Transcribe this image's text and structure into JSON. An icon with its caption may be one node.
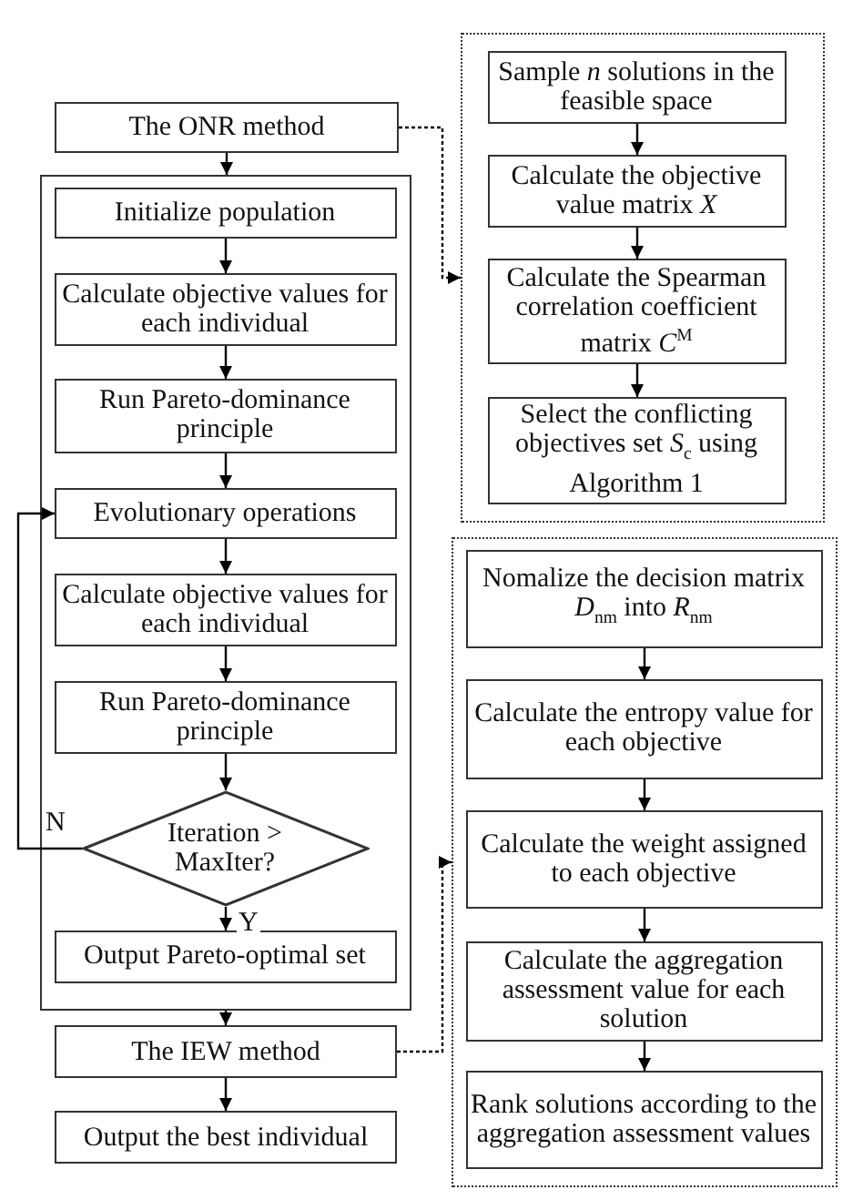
{
  "diagram": {
    "nodes": [
      {
        "text": [
          "The ONR method"
        ]
      },
      {
        "text": [],
        "shape": "box"
      },
      {
        "text": [
          "Initialize population"
        ],
        "in": 1
      },
      {
        "text": [
          "Calculate objective values for each individual"
        ],
        "in": 1
      },
      {
        "text": [
          "Run Pareto-dominance principle"
        ],
        "in": 1
      },
      {
        "text": [
          "Evolutionary operations"
        ],
        "in": 1
      },
      {
        "text": [
          "Calculate objective values for each individual"
        ],
        "in": 1
      },
      {
        "text": [
          "Run Pareto-dominance principle"
        ],
        "in": 1
      },
      {
        "text": [
          "Iteration > MaxIter?"
        ],
        "in": 1
      },
      {
        "text": [
          "Output Pareto-optimal set"
        ],
        "in": 1
      },
      {
        "text": [
          "The IEW method"
        ]
      },
      {
        "text": [
          "Output the best individual"
        ]
      },
      {
        "text": [],
        "shape": "box"
      },
      {
        "text": [
          "Sample *n* solutions in the feasible space"
        ],
        "in": 12
      },
      {
        "text": [
          "Calculate the objective value matrix *X*"
        ],
        "in": 12
      },
      {
        "text": [
          "Calculate the Spearman correlation coefficient matrix *C*$^{M}$"
        ],
        "in": 12
      },
      {
        "text": [
          "Select the conflicting objectives set *S*$_{c}$ using Algorithm 1"
        ],
        "in": 12
      },
      {
        "text": [],
        "shape": "box"
      },
      {
        "text": [
          "Nomalize the decision matrix *D*$_{nm}$ into *R*$_{nm}$"
        ],
        "in": 17
      },
      {
        "text": [
          "Calculate the entropy value for each objective"
        ],
        "in": 17
      },
      {
        "text": [
          "Calculate the weight assigned to each objective"
        ],
        "in": 17
      },
      {
        "text": [
          "Calculate the aggregation assessment value for each solution"
        ],
        "in": 17
      },
      {
        "text": [
          "Rank solutions according to the aggregation assessment values"
        ],
        "in": 17
      }
    ],
    "edges": [
      {
        "from": 0,
        "to": 1,
        "arrow": "to"
      },
      {
        "from": 2,
        "to": 3,
        "arrow": "to"
      },
      {
        "from": 3,
        "to": 4,
        "arrow": "to"
      },
      {
        "from": 4,
        "to": 5,
        "arrow": "to"
      },
      {
        "from": 5,
        "to": 6,
        "arrow": "to"
      },
      {
        "from": 6,
        "to": 7,
        "arrow": "to"
      },
      {
        "from": 7,
        "to": 8,
        "arrow": "to"
      },
      {
        "from": 8,
        "to": 5,
        "arrow": "to",
        "label": "N"
      },
      {
        "from": 8,
        "to": 9,
        "arrow": "to",
        "label": "Y"
      },
      {
        "from": 1,
        "to": 10,
        "arrow": "to"
      },
      {
        "from": 10,
        "to": 11,
        "arrow": "to"
      },
      {
        "from": 0,
        "to": 12,
        "arrow": "to",
        "style": "dashed"
      },
      {
        "from": 10,
        "to": 17,
        "arrow": "to",
        "style": "dashed"
      },
      {
        "from": 13,
        "to": 14,
        "arrow": "to"
      },
      {
        "from": 14,
        "to": 15,
        "arrow": "to"
      },
      {
        "from": 15,
        "to": 16,
        "arrow": "to"
      },
      {
        "from": 18,
        "to": 19,
        "arrow": "to"
      },
      {
        "from": 19,
        "to": 20,
        "arrow": "to"
      },
      {
        "from": 20,
        "to": 21,
        "arrow": "to"
      },
      {
        "from": 21,
        "to": 22,
        "arrow": "to"
      }
    ]
  }
}
